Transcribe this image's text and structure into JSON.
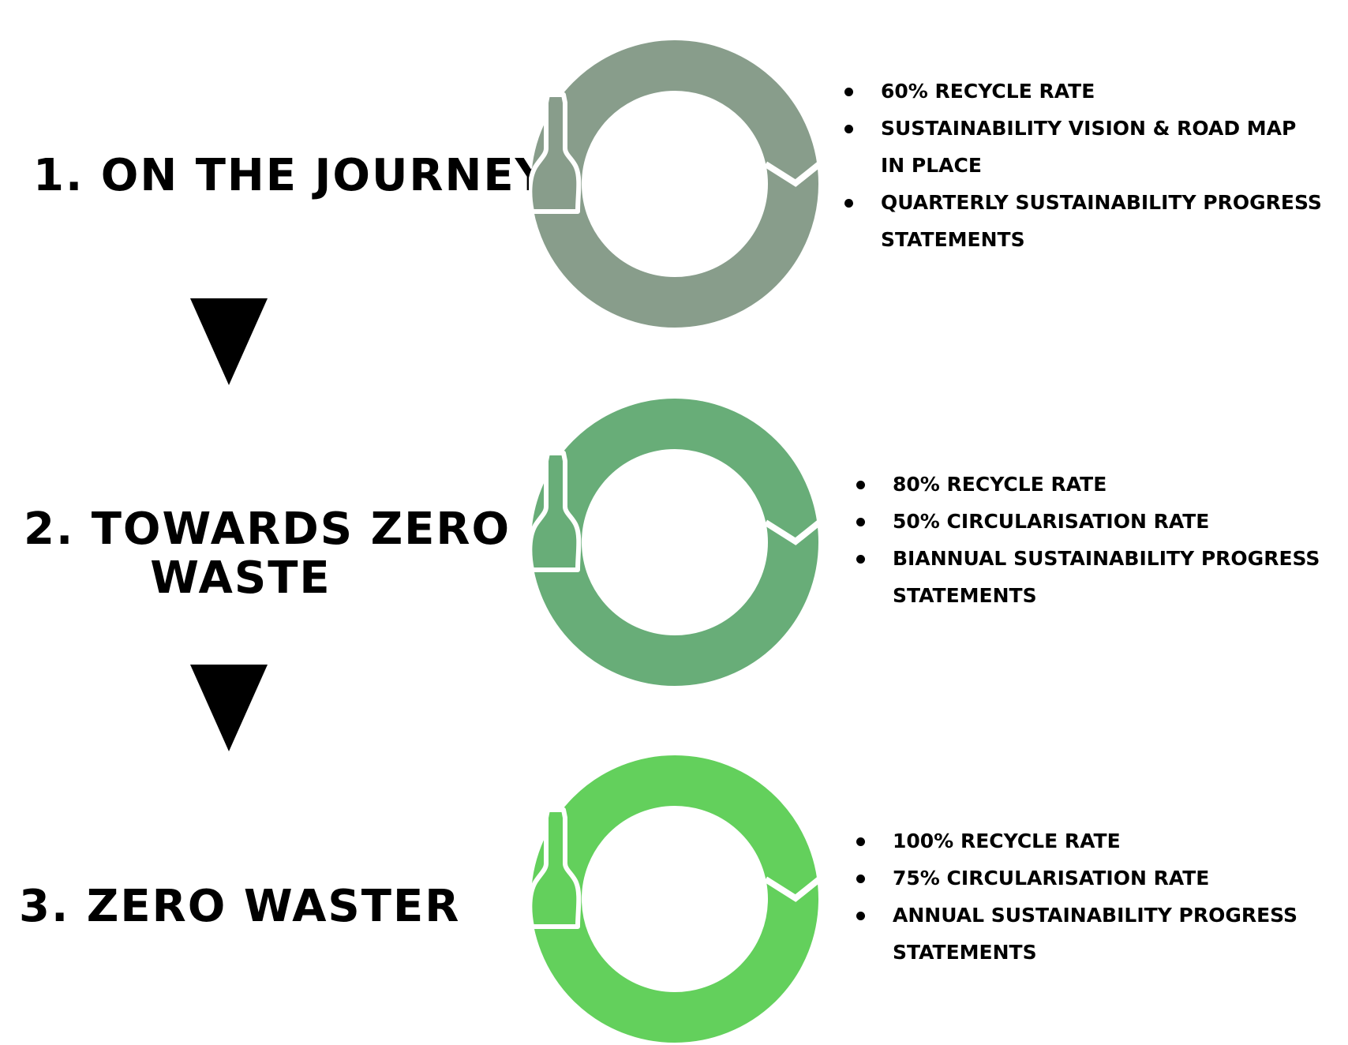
{
  "stages": [
    {
      "title": "1. ON THE JOURNEY",
      "color": "#889d8b",
      "bullets": [
        "60% RECYCLE RATE",
        "SUSTAINABILITY VISION & ROAD MAP IN PLACE",
        "QUARTERLY SUSTAINABILITY PROGRESS STATEMENTS"
      ]
    },
    {
      "title_line1": "2. TOWARDS ZERO",
      "title_line2": "WASTE",
      "color": "#68ad78",
      "bullets": [
        "80% RECYCLE RATE",
        "50% CIRCULARISATION RATE",
        "BIANNUAL SUSTAINABILITY PROGRESS STATEMENTS"
      ]
    },
    {
      "title": "3. ZERO WASTER",
      "color": "#63d05c",
      "bullets": [
        "100% RECYCLE RATE",
        "75% CIRCULARISATION RATE",
        "ANNUAL SUSTAINABILITY PROGRESS STATEMENTS"
      ]
    }
  ],
  "icons": {
    "arrow": "down-triangle-arrow-icon",
    "ring": "bottle-recycle-ring-icon"
  }
}
